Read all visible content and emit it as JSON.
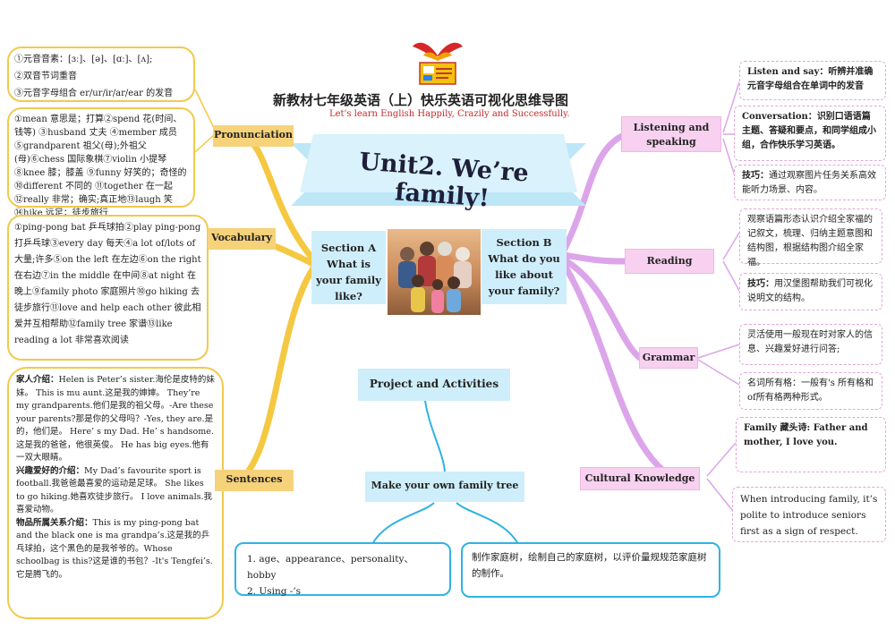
{
  "header": {
    "title": "新教材七年级英语（上）快乐英语可视化思维导图",
    "subtitle": "Let's learn English Happily, Crazily and Successfully.",
    "unit_title": "Unit2. We’re family!"
  },
  "center": {
    "section_a": "Section A What is your family like?",
    "section_b": "Section B What do you like about your family?"
  },
  "left": {
    "pronunciation": {
      "label": "Pronunciation",
      "lines": [
        "①元音音素：[ɜː]、[ə]、[ɑː]、[ʌ];",
        "②双音节词重音",
        "③元音字母组合 er/ur/ir/ar/ear 的发音"
      ]
    },
    "vocab_top": "①mean 意思是；打算②spend 花(时间、钱等) ③husband 丈夫 ④member 成员 ⑤grandparent 祖父(母);外祖父(母)⑥chess 国际象棋⑦violin 小提琴⑧knee 膝；膝盖 ⑨funny 好笑的；奇怪的⑩different 不同的 ⑪together 在一起⑫really 非常；确实;真正地⑬laugh 笑⑭hike 远足；徒步旅行",
    "vocabulary": {
      "label": "Vocabulary",
      "text": "①ping-pong bat 乒乓球拍②play ping-pong 打乒乓球③every day 每天④a lot of/lots of 大量;许多⑤on the left 在左边⑥on the right 在右边⑦in the middle 在中间⑧at night 在晚上⑨family photo 家庭照片⑩go hiking 去徒步旅行⑪love and help each other 彼此相爱并互相帮助⑫family tree 家谱⑬like reading a lot 非常喜欢阅读"
    },
    "sentences": {
      "label": "Sentences",
      "h1": "家人介绍：",
      "t1": "Helen is Peter’s sister.海伦是皮特的妹妹。 This is mu aunt.这是我的婶婶。 They’re my grandparents.他们是我的祖父母。-Are these your parents?那是你的父母吗？-Yes, they are.是的，他们是。 Here’ s my Dad. He’ s handsome.这是我的爸爸，他很英俊。 He has big eyes.他有一双大眼睛。",
      "h2": "兴趣爱好的介绍：",
      "t2": "My Dad’s favourite sport is football.我爸爸最喜爱的运动是足球。 She likes to go hiking.她喜欢徒步旅行。 I love animals.我喜爱动物。",
      "h3": "物品所属关系介绍：",
      "t3": "This is my ping-pong bat and the black one is ma grandpa’s.这是我的乒乓球拍，这个黑色的是我爷爷的。Whose schoolbag is this?这是谁的书包？-It's Tengfei’s. 它是腾飞的。"
    }
  },
  "right": {
    "listening": {
      "label": "Listening and speaking",
      "box1_a": "Listen and say：",
      "box1_b": "听辨并准确元音字母组合在单词中的发音",
      "box2_a": "Conversation：",
      "box2_b": "识别口语语篇主题、答疑和要点，和同学组成小组，合作快乐学习英语。",
      "box3_a": "技巧：",
      "box3_b": "通过观察图片任务关系高效能听力场景、内容。"
    },
    "reading": {
      "label": "Reading",
      "box1": "观察语篇形态认识介绍全家福的记叙文，梳理、归纳主题意图和结构图，根据结构图介绍全家福。",
      "box2_a": "技巧：",
      "box2_b": "用汉堡图帮助我们可视化说明文的结构。"
    },
    "grammar": {
      "label": "Grammar",
      "box1": "灵活使用一般现在时对家人的信息、兴趣爱好进行问答;",
      "box2": "名词所有格：一般有's 所有格和of所有格两种形式。"
    },
    "cultural": {
      "label": "Cultural Knowledge",
      "box1_a": "Family 藏头诗: ",
      "box1_b": "Father and mother, I love you.",
      "box2": "When introducing family, it’s polite to introduce seniors first as a sign of respect."
    }
  },
  "bottom": {
    "project": "Project and Activities",
    "tree": "Make your own family tree",
    "left_items": [
      "1.  age、appearance、personality、hobby",
      "2.  Using -’s"
    ],
    "right_text": "制作家庭树，绘制自己的家庭树，以评价量规规范家庭树的制作。"
  }
}
